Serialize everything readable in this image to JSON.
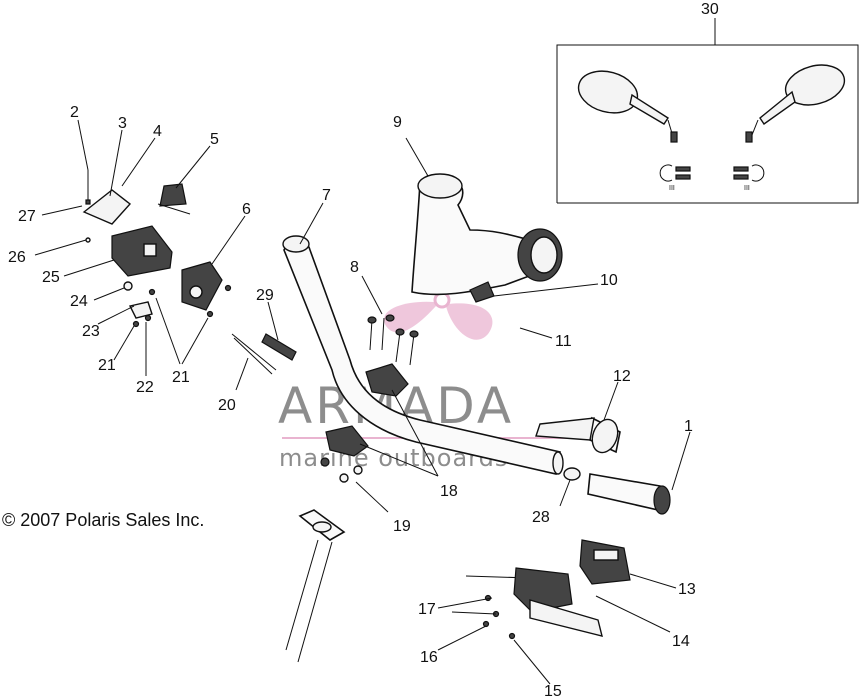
{
  "copyright": "© 2007 Polaris Sales Inc.",
  "watermark": {
    "brand": "ARMADA",
    "tagline": "marine outboards",
    "logo_color": "#e6a8c8",
    "text_color": "#7a7a7a"
  },
  "mirror_codes": {
    "left": "III",
    "right": "III"
  },
  "callouts": [
    "1",
    "2",
    "3",
    "4",
    "5",
    "6",
    "7",
    "8",
    "9",
    "10",
    "11",
    "12",
    "13",
    "14",
    "15",
    "16",
    "17",
    "18",
    "19",
    "20",
    "21",
    "22",
    "23",
    "24",
    "25",
    "26",
    "27",
    "28",
    "29",
    "30"
  ]
}
